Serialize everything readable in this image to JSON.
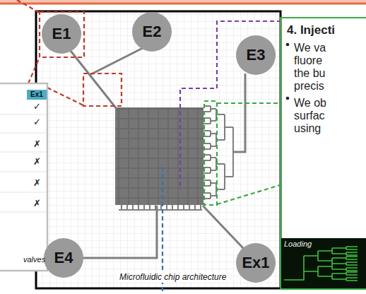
{
  "diagram": {
    "nodes": [
      {
        "text": [
          "E1"
        ]
      },
      {
        "text": [
          "E2"
        ]
      },
      {
        "text": [
          "E3"
        ]
      },
      {
        "text": [
          "E4"
        ]
      },
      {
        "text": [
          "Ex1"
        ]
      },
      {
        "text": [
          "4. Injecti",
          "We va fluore the bu precis",
          "We ob surfac using"
        ]
      }
    ],
    "labels": [
      "Ex1",
      "✓",
      "✓",
      "✗",
      "✗",
      "✗",
      "✗",
      "valves",
      "Microfluidic chip architecture",
      "Loading"
    ]
  }
}
